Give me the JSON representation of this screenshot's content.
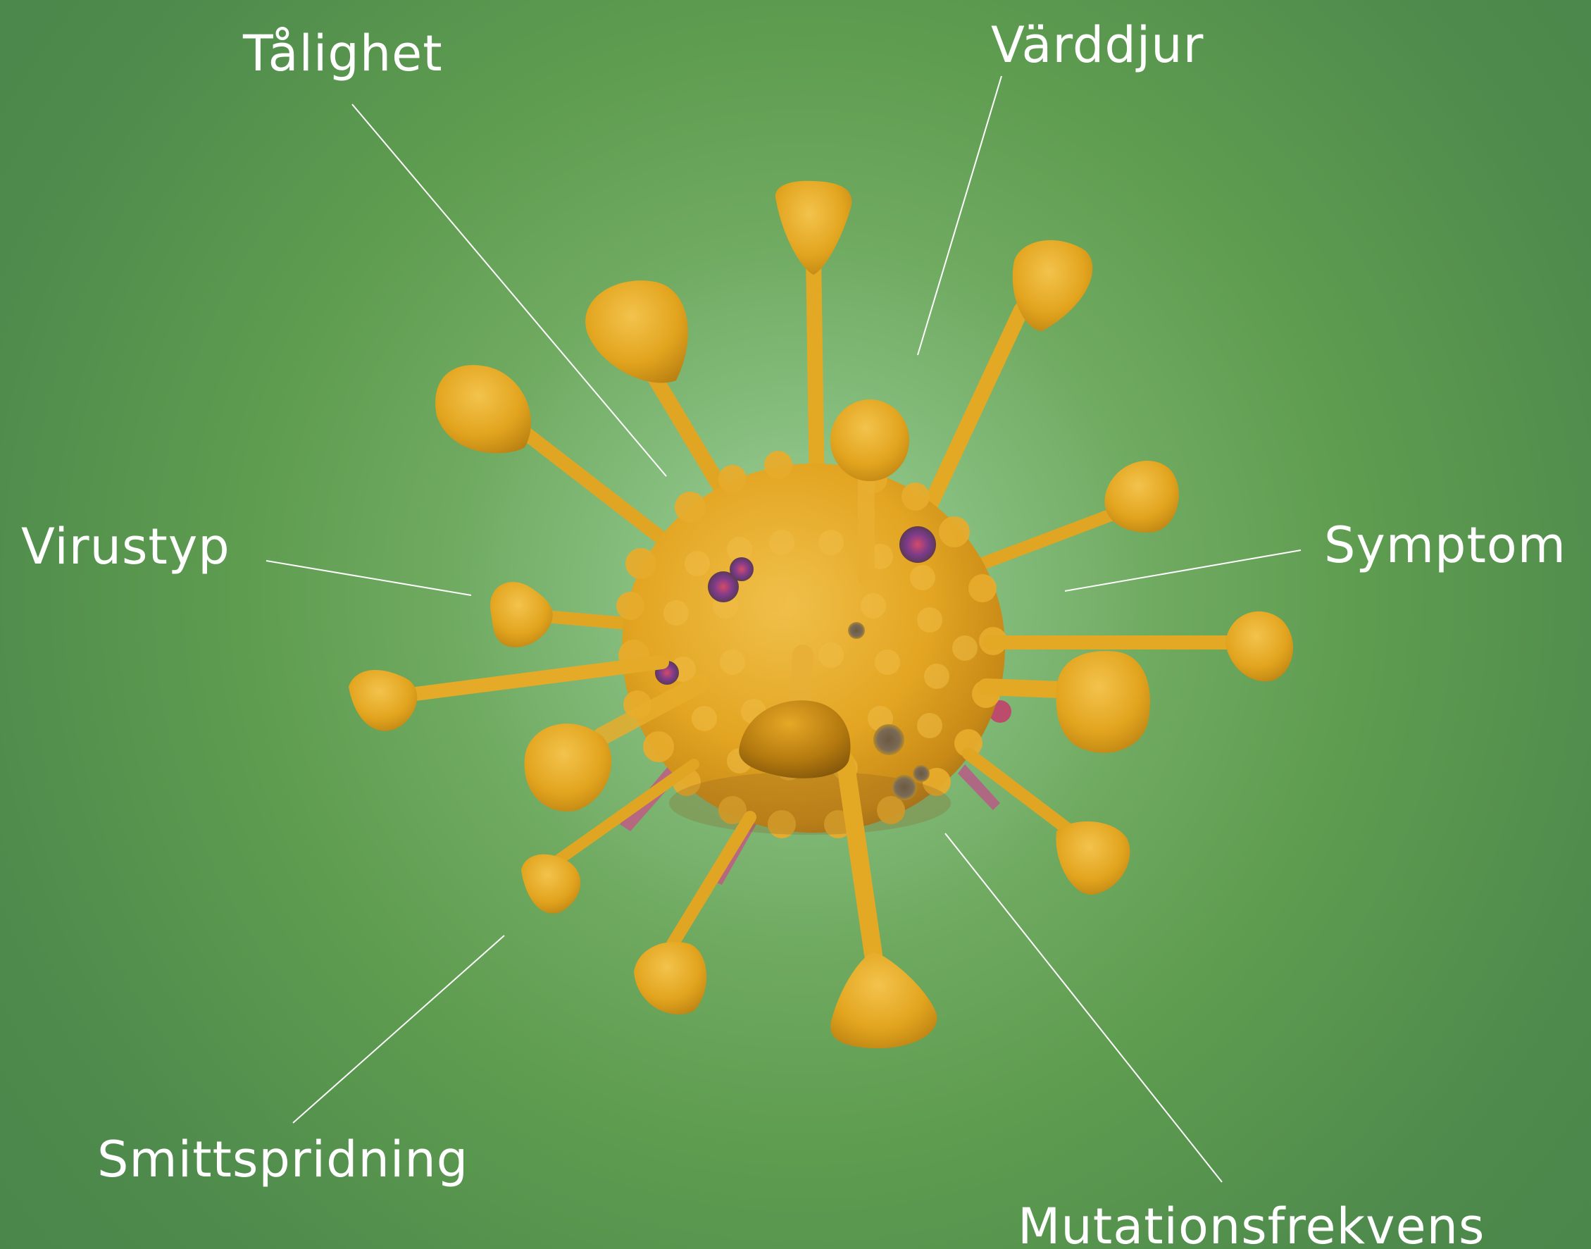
{
  "labels": {
    "talighet": "Tålighet",
    "varddjur": "Värddjur",
    "virustyp": "Virustyp",
    "symptom": "Symptom",
    "smittspridning": "Smittspridning",
    "mutationsfrekvens": "Mutationsfrekvens"
  },
  "colors": {
    "background": "#5e9c50",
    "virus": "#e3a81e",
    "virus_shadow": "#a56f0f",
    "spike_pink": "#c24a74",
    "spot_purple": "#7a3b8a",
    "label_text": "#ffffff",
    "leader_line": "#ffffff"
  }
}
